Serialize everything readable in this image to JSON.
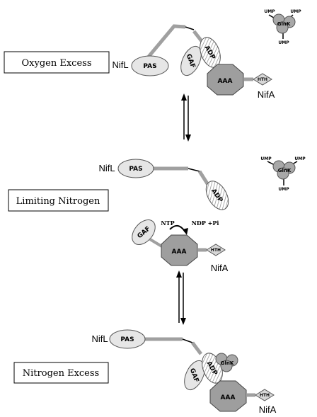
{
  "conditions": {
    "oxygen_excess": "Oxygen Excess",
    "limiting_nitrogen": "Limiting Nitrogen",
    "nitrogen_excess": "Nitrogen Excess"
  },
  "proteins": {
    "nifl": "NifL",
    "nifa": "NifA",
    "glnk": "GlnK"
  },
  "domains": {
    "pas": "PAS",
    "gaf": "GAF",
    "adp": "ADP",
    "aaa": "AAA",
    "hth": "HTH"
  },
  "ligands": {
    "ump": "UMP",
    "ntp": "NTP",
    "ndp_pi": "NDP +Pi"
  },
  "colors": {
    "domain_fill": "#e6e6e6",
    "aaa_fill": "#9e9e9e",
    "glnk_fill": "#a8a8a8",
    "linker": "#a0a0a0"
  }
}
